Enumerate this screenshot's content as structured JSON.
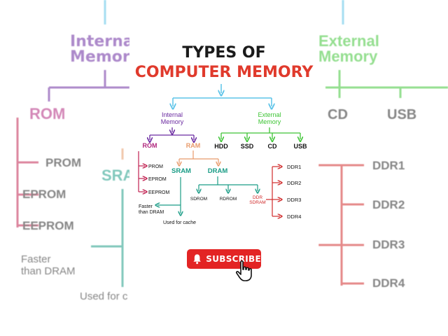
{
  "title": {
    "line1": "TYPES OF",
    "line2": "COMPUTER MEMORY"
  },
  "colors": {
    "title_dark": "#1a1a1a",
    "title_red": "#e03a2c",
    "root_arrow": "#5bc3e8",
    "internal": "#6a2aa0",
    "rom": "#b0287e",
    "rom_children": "#c02050",
    "ram": "#e89a6a",
    "sram_dram": "#1a9c86",
    "ddr": "#d02a2a",
    "external": "#3ec435",
    "subscribe_bg": "#e32424"
  },
  "diagram": {
    "internal": "Internal\nMemory",
    "external": "External\nMemory",
    "rom": "ROM",
    "ram": "RAM",
    "rom_children": [
      "PROM",
      "EPROM",
      "EEPROM"
    ],
    "external_children": [
      "HDD",
      "SSD",
      "CD",
      "USB"
    ],
    "sram": "SRAM",
    "dram": "DRAM",
    "dram_children": [
      "SDROM",
      "RDROM",
      "DDR\nSDRAM"
    ],
    "ddr_children": [
      "DDR1",
      "DDR2",
      "DDR3",
      "DDR4"
    ],
    "sram_note1": "Faster\nthan DRAM",
    "sram_note2": "Used for cache"
  },
  "background_side": {
    "left_internal": "Internal\nMemory",
    "left_rom": "ROM",
    "left_items": [
      "PROM",
      "EPROM",
      "EEPROM"
    ],
    "left_sram": "SRA",
    "left_note1": "Faster\nthan DRAM",
    "left_note2": "Used for c",
    "right_external": "External\nMemory",
    "right_items": [
      "CD",
      "USB"
    ],
    "right_ddr": [
      "DDR1",
      "DDR2",
      "DDR3",
      "DDR4"
    ]
  },
  "subscribe": {
    "label": "SUBSCRIBE"
  }
}
